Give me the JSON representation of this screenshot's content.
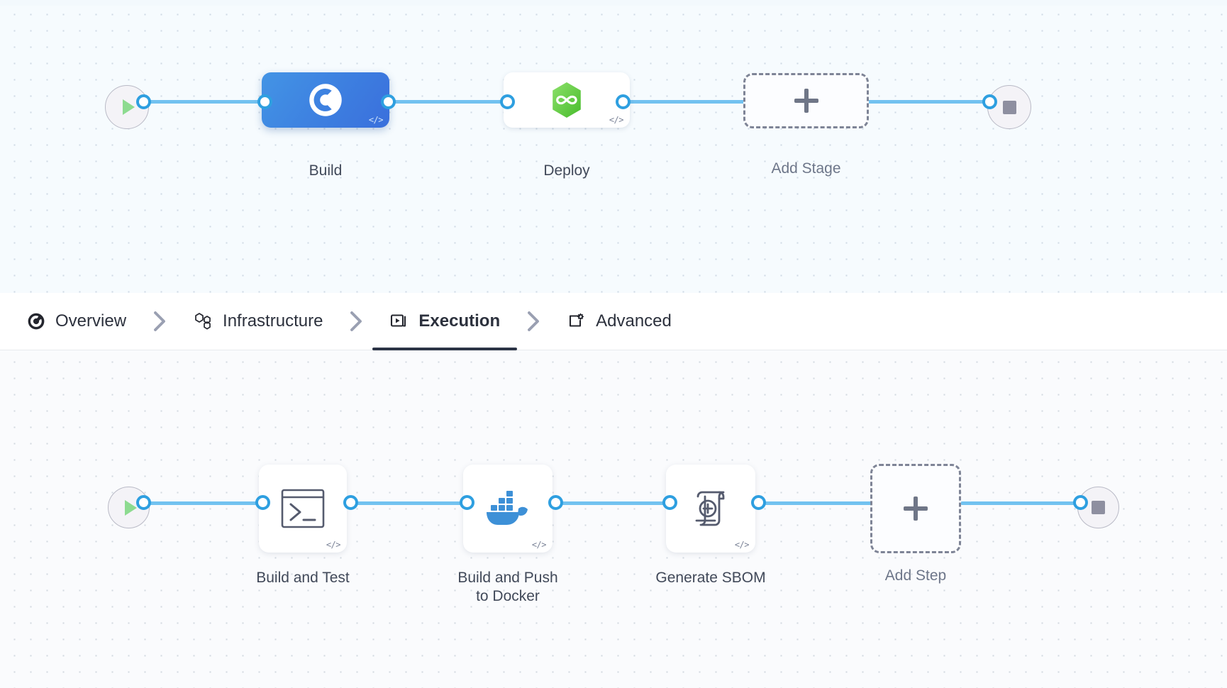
{
  "pipeline": {
    "top_row": {
      "start_node": {
        "icon": "play-icon",
        "label": ""
      },
      "end_node": {
        "icon": "stop-icon",
        "label": ""
      },
      "stages": [
        {
          "label": "Build",
          "icon": "ci-build-icon",
          "badge": "</>",
          "selected": true
        },
        {
          "label": "Deploy",
          "icon": "harness-infinity-icon",
          "badge": "</>",
          "selected": false
        }
      ],
      "add_stage": {
        "label": "Add Stage",
        "icon": "plus-icon"
      }
    },
    "bottom_row": {
      "start_node": {
        "icon": "play-icon"
      },
      "end_node": {
        "icon": "stop-icon"
      },
      "steps": [
        {
          "label": "Build and Test",
          "icon": "terminal-icon",
          "badge": "</>"
        },
        {
          "label": "Build and Push\nto Docker",
          "label_line1": "Build and Push",
          "label_line2": "to Docker",
          "icon": "docker-whale-icon",
          "badge": "</>"
        },
        {
          "label": "Generate SBOM",
          "icon": "sbom-scroll-icon",
          "badge": "</>"
        }
      ],
      "add_step": {
        "label": "Add Step",
        "icon": "plus-icon"
      }
    }
  },
  "tabs": [
    {
      "label": "Overview",
      "icon": "overview-pie-icon",
      "active": false
    },
    {
      "label": "Infrastructure",
      "icon": "hexagons-icon",
      "active": false
    },
    {
      "label": "Execution",
      "icon": "play-box-icon",
      "active": true
    },
    {
      "label": "Advanced",
      "icon": "settings-box-icon",
      "active": false
    }
  ],
  "tab_separator": "›",
  "colors": {
    "selected_stage": "#3d88e3",
    "edge": "#72c2f0",
    "port_ring": "#2e9fe0",
    "play_green": "#8ddb90",
    "stop_grey": "#8e8fa0",
    "deploy_green": "#6fd046",
    "docker_blue": "#3d90d7",
    "active_tab_underline": "#2b3446",
    "canvas_top_bg": "#f6fbfe",
    "canvas_bottom_bg": "#fafbfd"
  }
}
